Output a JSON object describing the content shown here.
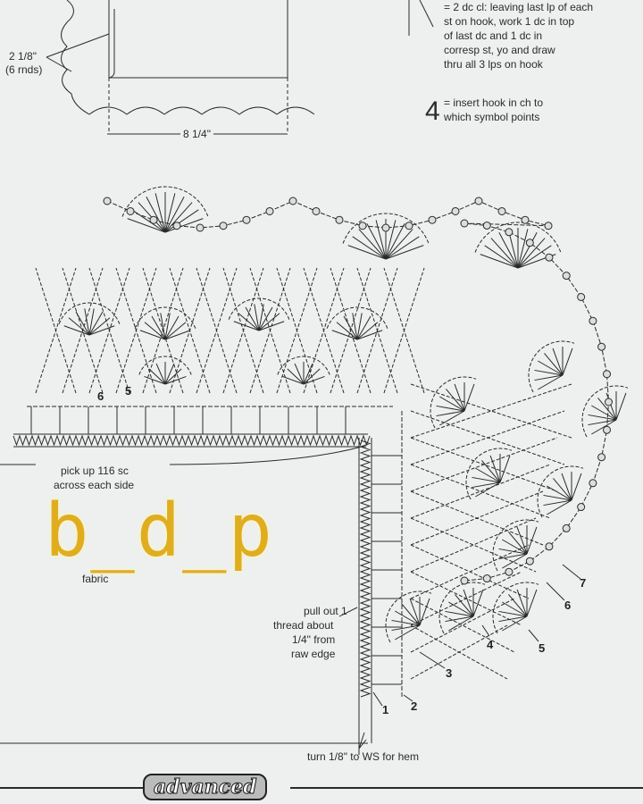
{
  "schematic": {
    "depth_label": "2 1/8\"",
    "rounds_label": "(6 rnds)",
    "width_label": "8 1/4\""
  },
  "legend": {
    "cluster_text": [
      "= 2 dc cl: leaving last lp of each",
      "st on hook, work 1 dc in top",
      "of last dc and 1 dc in",
      "corresp st, yo and draw",
      "thru all 3 lps on hook"
    ],
    "insert_symbol": "4",
    "insert_text": [
      "= insert hook in ch to",
      "which symbol points"
    ]
  },
  "diagram": {
    "pickup_text": [
      "pick up 116 sc",
      "across each side"
    ],
    "fabric_label": "fabric",
    "pull_thread_text": [
      "pull out 1",
      "thread about",
      "1/4\" from",
      "raw edge"
    ],
    "hem_text": "turn 1/8\" to WS for hem",
    "round_numbers": [
      "1",
      "2",
      "3",
      "4",
      "5",
      "6",
      "7"
    ],
    "top_round_numbers": [
      "6",
      "5"
    ]
  },
  "watermark": "b_d_p",
  "footer": {
    "badge": "advanced"
  },
  "colors": {
    "background": "#edf0ee",
    "ink": "#2a2a2a",
    "watermark": "#e0ad1e"
  }
}
